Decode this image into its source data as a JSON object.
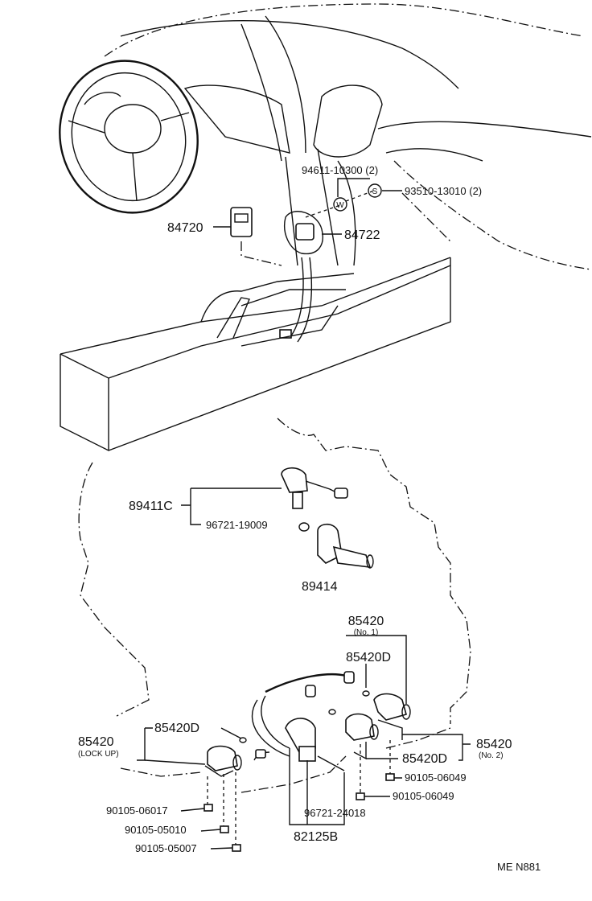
{
  "colors": {
    "ink": "#111111",
    "paper": "#ffffff"
  },
  "callouts": {
    "p94611": "94611-10300 (2)",
    "p93510": "93510-13010 (2)",
    "p84720": "84720",
    "p84722": "84722",
    "p89411c": "89411C",
    "p96721a": "96721-19009",
    "p89414": "89414",
    "p85420_no1": "85420",
    "p85420_no1_sub": "(No. 1)",
    "p85420d_top": "85420D",
    "p85420_lock": "85420",
    "p85420_lock_sub": "(LOCK UP)",
    "p85420d_left": "85420D",
    "p85420_no2": "85420",
    "p85420_no2_sub": "(No. 2)",
    "p85420d_right": "85420D",
    "p90105_06049a": "90105-06049",
    "p90105_06049b": "90105-06049",
    "p96721b": "96721-24018",
    "p82125b": "82125B",
    "p90105_06017": "90105-06017",
    "p90105_05010": "90105-05010",
    "p90105_05007": "90105-05007"
  },
  "symbols": {
    "w": "W",
    "s": "S"
  },
  "footer": {
    "code": "ME  N881"
  }
}
